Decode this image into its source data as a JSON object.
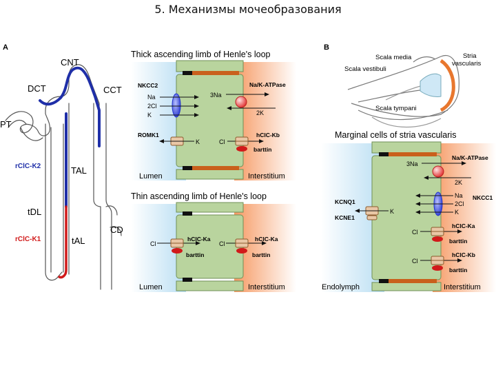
{
  "slide": {
    "title": "5. Механизмы мочеобразования"
  },
  "panel_a": {
    "letter": "A",
    "nephron_labels": {
      "cnt": "CNT",
      "dct": "DCT",
      "cct": "CCT",
      "pt": "PT",
      "tal": "TAL",
      "tdl": "tDL",
      "tal_thin": "tAL",
      "cd": "CD",
      "rclck2": "rClC-K2",
      "rclck1": "rClC-K1"
    },
    "thick": {
      "title": "Thick ascending limb of Henle's loop",
      "nkcc2": "NKCC2",
      "na": "Na",
      "cl2": "2Cl",
      "k": "K",
      "three_na": "3Na",
      "two_k": "2K",
      "atpase": "Na/K-ATPase",
      "romk1": "ROMK1",
      "k2": "K",
      "cl": "Cl",
      "hclckb": "hClC-Kb",
      "barttin": "barttin",
      "lumen": "Lumen",
      "interstitium": "Interstitium"
    },
    "thin": {
      "title": "Thin ascending limb of Henle's loop",
      "cl_left": "Cl",
      "hclcka_left": "hClC-Ka",
      "barttin_left": "barttin",
      "cl_right": "Cl",
      "hclcka_right": "hClC-Ka",
      "barttin_right": "barttin",
      "lumen": "Lumen",
      "interstitium": "Interstitium"
    }
  },
  "panel_b": {
    "letter": "B",
    "cochlea": {
      "scala_media": "Scala media",
      "stria_l1": "Stria",
      "stria_l2": "vascularis",
      "scala_vestibuli": "Scala vestibuli",
      "scala_tympani": "Scala tympani"
    },
    "marginal": {
      "title": "Marginal cells of stria vascularis",
      "three_na": "3Na",
      "atpase": "Na/K-ATPase",
      "two_k": "2K",
      "kcnq1": "KCNQ1",
      "kcne1": "KCNE1",
      "k_left": "K",
      "na": "Na",
      "cl2": "2Cl",
      "k": "K",
      "nkcc1": "NKCC1",
      "cl1": "Cl",
      "hclcka": "hClC-Ka",
      "barttin1": "barttin",
      "cl2b": "Cl",
      "hclckb": "hClC-Kb",
      "barttin2": "barttin",
      "endolymph": "Endolymph",
      "interstitium": "Interstitium"
    }
  },
  "colors": {
    "cell_green": "#b9d49e",
    "cell_border": "#6f8f57",
    "lumen_blue": "#cfe8f6",
    "inter_orange": "#f7b48a",
    "nephron_blue": "#1f2fa8",
    "nephron_red": "#d11a1a",
    "junction_brown": "#c9601c",
    "cochlea_orange": "#e8772e"
  }
}
